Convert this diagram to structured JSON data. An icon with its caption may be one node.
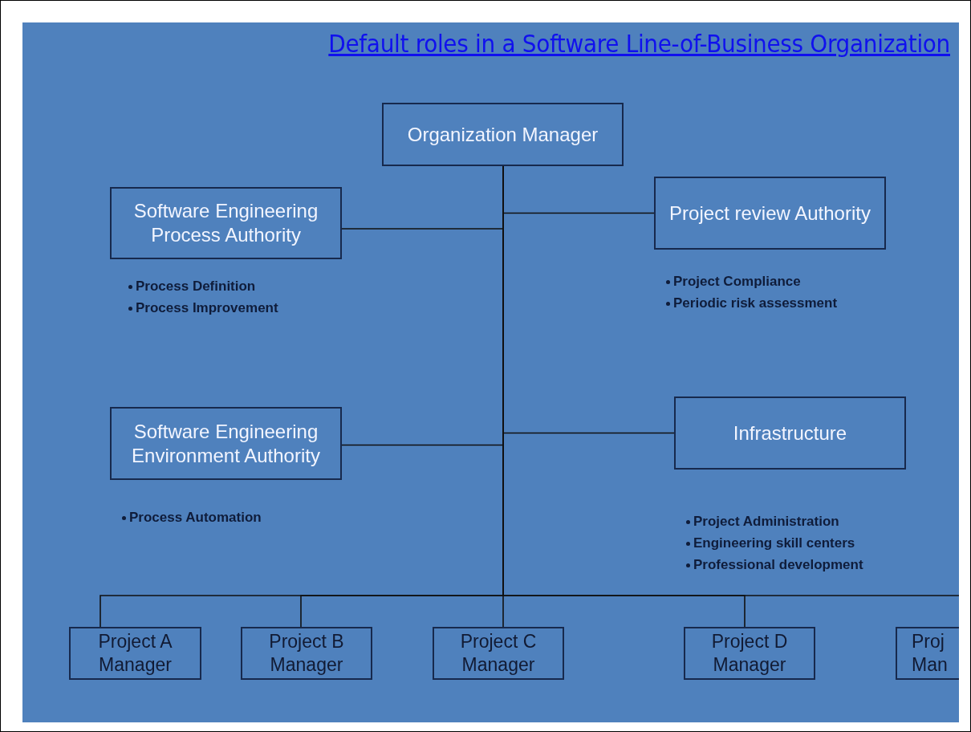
{
  "diagram": {
    "title": "Default roles in a Software Line-of-Business Organization",
    "nodes": [
      {
        "text": [
          "Organization Manager"
        ]
      },
      {
        "text": [
          "Software Engineering Process Authority"
        ],
        "beside": [
          "Process Definition",
          "Process Improvement"
        ]
      },
      {
        "text": [
          "Project review Authority"
        ],
        "beside": [
          "Project Compliance",
          "Periodic risk assessment"
        ]
      },
      {
        "text": [
          "Software Engineering Environment Authority"
        ],
        "beside": [
          "Process Automation"
        ]
      },
      {
        "text": [
          "Infrastructure"
        ],
        "beside": [
          "Project Administration",
          "Engineering skill centers",
          "Professional development"
        ]
      },
      {
        "text": [
          "Project A Manager"
        ]
      },
      {
        "text": [
          "Project B Manager"
        ]
      },
      {
        "text": [
          "Project C Manager"
        ]
      },
      {
        "text": [
          "Project D Manager"
        ]
      },
      {
        "text": [
          "Proj Man"
        ]
      }
    ],
    "edges": [
      {
        "from": 0,
        "to": 1,
        "arrow": "none"
      },
      {
        "from": 0,
        "to": 2,
        "arrow": "none"
      },
      {
        "from": 0,
        "to": 3,
        "arrow": "none"
      },
      {
        "from": 0,
        "to": 4,
        "arrow": "none"
      },
      {
        "from": 0,
        "to": 5,
        "arrow": "none"
      },
      {
        "from": 0,
        "to": 6,
        "arrow": "none"
      },
      {
        "from": 0,
        "to": 7,
        "arrow": "none"
      },
      {
        "from": 0,
        "to": 8,
        "arrow": "none"
      },
      {
        "from": 0,
        "to": 9,
        "arrow": "none"
      }
    ]
  }
}
